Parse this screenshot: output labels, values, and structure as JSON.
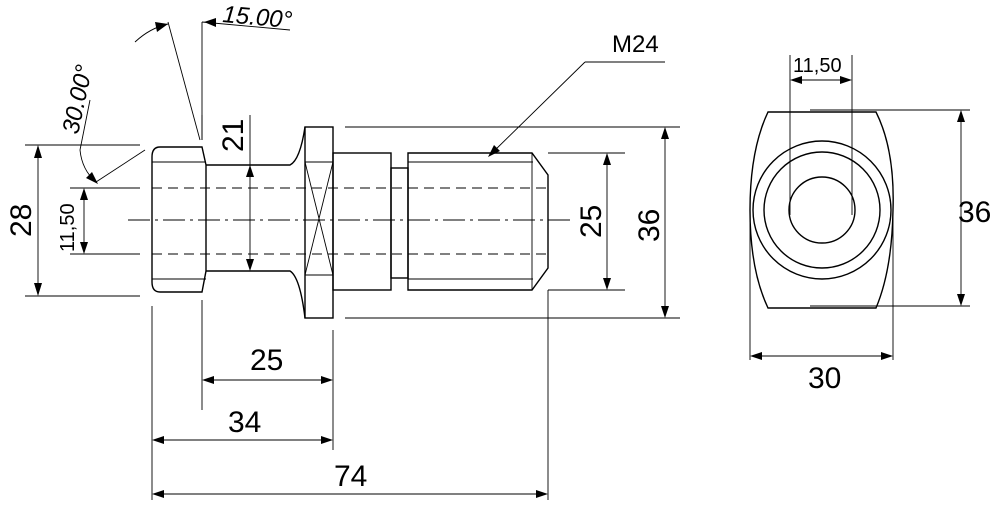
{
  "drawing": {
    "angles": {
      "top": "15.00°",
      "left": "30.00°"
    },
    "thread": "M24",
    "side_view": {
      "head_diameter": "28",
      "bore_diameter": "11,50",
      "neck_diameter": "21",
      "thread_core": "25",
      "overall_height": "36",
      "neck_length": "25",
      "flange_position": "34",
      "total_length": "74"
    },
    "end_view": {
      "bore": "11,50",
      "height": "36",
      "width": "30"
    }
  }
}
